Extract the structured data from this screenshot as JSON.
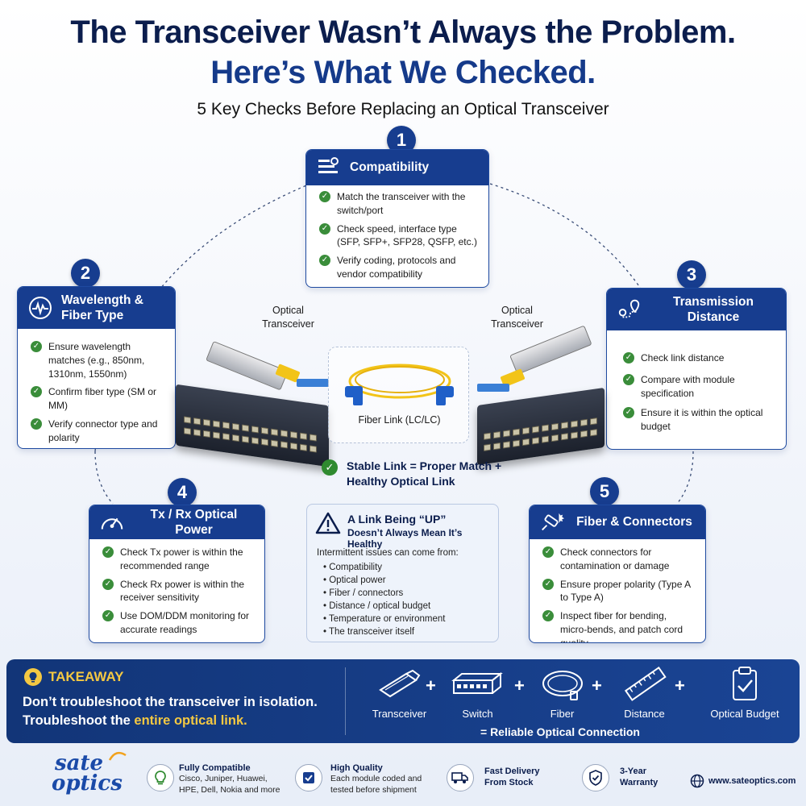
{
  "header": {
    "title_line1": "The Transceiver Wasn’t Always the Problem.",
    "title_line2": "Here’s What We Checked.",
    "subtitle": "5 Key Checks Before Replacing an Optical Transceiver"
  },
  "checks": [
    {
      "number": "1",
      "title": "Compatibility",
      "icon": "settings-list-icon",
      "items": [
        "Match the transceiver with the switch/port",
        "Check speed, interface type (SFP, SFP+, SFP28, QSFP, etc.)",
        "Verify coding, protocols and vendor compatibility"
      ]
    },
    {
      "number": "2",
      "title": "Wavelength & Fiber Type",
      "icon": "waveform-icon",
      "items": [
        "Ensure wavelength matches (e.g., 850nm, 1310nm, 1550nm)",
        "Confirm fiber type (SM or MM)",
        "Verify connector type and polarity"
      ]
    },
    {
      "number": "3",
      "title": "Transmission Distance",
      "icon": "route-pin-icon",
      "items": [
        "Check link distance",
        "Compare with module specification",
        "Ensure it is within the optical budget"
      ]
    },
    {
      "number": "4",
      "title": "Tx / Rx Optical Power",
      "icon": "gauge-icon",
      "items": [
        "Check Tx power is within the recommended range",
        "Check Rx power is within the receiver sensitivity",
        "Use DOM/DDM monitoring for accurate readings"
      ]
    },
    {
      "number": "5",
      "title": "Fiber & Connectors",
      "icon": "fiber-connector-icon",
      "items": [
        "Check connectors for contamination or damage",
        "Ensure proper polarity (Type A to Type A)",
        "Inspect fiber for bending, micro-bends, and patch cord quality"
      ]
    }
  ],
  "diagram": {
    "left_label": "Optical Transceiver",
    "right_label": "Optical Transceiver",
    "fiber_label": "Fiber Link (LC/LC)",
    "stable_text": "Stable Link = Proper Match + Healthy Optical Link"
  },
  "warning": {
    "title": "A Link Being “UP”",
    "subtitle": "Doesn’t Always Mean It’s Healthy",
    "intro": "Intermittent issues can come from:",
    "items": [
      "Compatibility",
      "Optical power",
      "Fiber / connectors",
      "Distance / optical budget",
      "Temperature or environment",
      "The transceiver itself"
    ]
  },
  "takeaway": {
    "label": "TAKEAWAY",
    "line1": "Don’t troubleshoot the transceiver in isolation.",
    "line2_prefix": "Troubleshoot the ",
    "line2_highlight": "entire optical link.",
    "flow": [
      {
        "label": "Transceiver",
        "icon": "transceiver-icon"
      },
      {
        "label": "Switch",
        "icon": "switch-icon"
      },
      {
        "label": "Fiber",
        "icon": "fiber-icon"
      },
      {
        "label": "Distance",
        "icon": "ruler-icon"
      },
      {
        "label": "Optical Budget",
        "icon": "clipboard-check-icon"
      }
    ],
    "plus": "+",
    "result": "= Reliable Optical Connection"
  },
  "footer": {
    "logo_line1": "sate",
    "logo_line2": "optics",
    "features": [
      {
        "title": "Fully Compatible",
        "text": "Cisco, Juniper, Huawei, HPE, Dell, Nokia and more",
        "icon": "lightbulb-icon"
      },
      {
        "title": "High Quality",
        "text": "Each module coded and tested before shipment",
        "icon": "check-box-icon"
      },
      {
        "title": "Fast Delivery",
        "text": "From Stock",
        "icon": "truck-icon"
      },
      {
        "title": "3-Year",
        "text": "Warranty",
        "icon": "shield-check-icon"
      }
    ],
    "website": "www.sateoptics.com"
  },
  "colors": {
    "navy": "#173d8f",
    "title_dark": "#0b1d4d",
    "title_blue": "#153a8a",
    "check_green": "#3a8d3a",
    "takeaway_yellow": "#f4c842",
    "fiber_yellow": "#f2c418",
    "connector_blue": "#1f5fc8"
  }
}
